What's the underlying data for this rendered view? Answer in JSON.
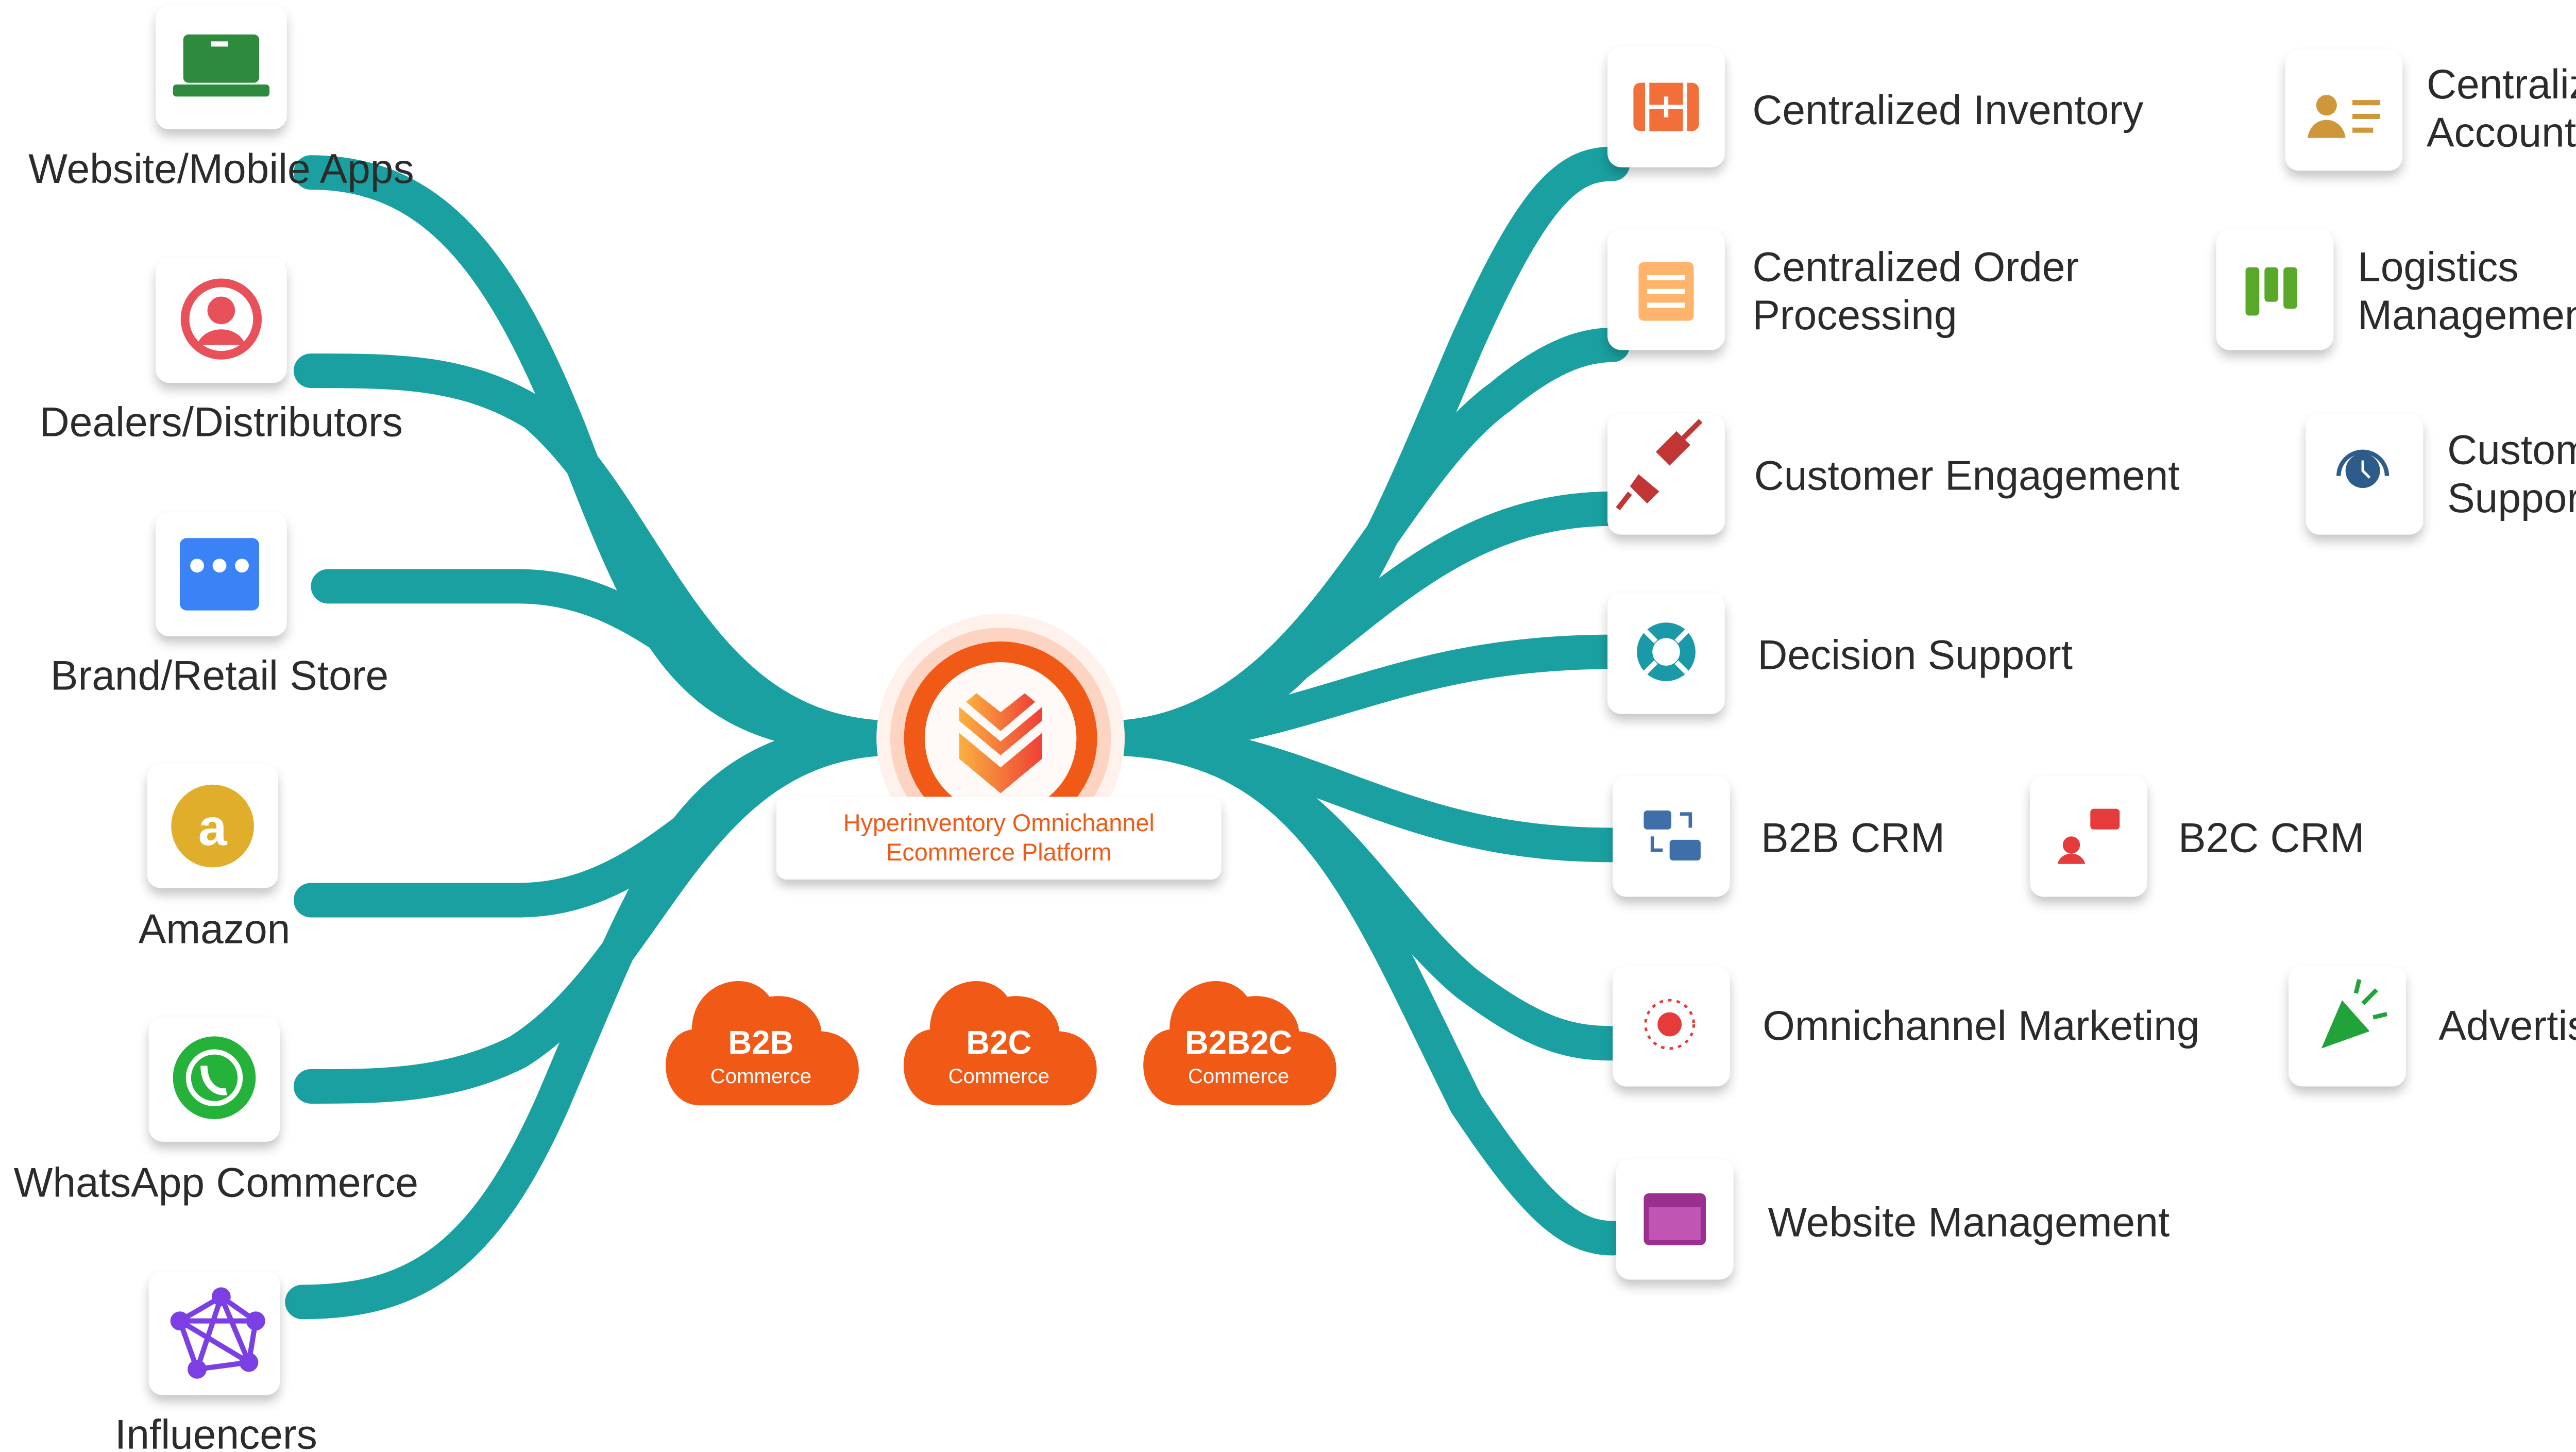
{
  "colors": {
    "branch": "#1aa0a0",
    "accent": "#f05a16",
    "text": "#2b2b2b"
  },
  "center": {
    "title_line1": "Hyperinventory Omnichannel",
    "title_line2": "Ecommerce Platform",
    "icon": "layered-chevron-logo"
  },
  "clouds": [
    {
      "title": "B2B",
      "subtitle": "Commerce"
    },
    {
      "title": "B2C",
      "subtitle": "Commerce"
    },
    {
      "title": "B2B2C",
      "subtitle": "Commerce"
    }
  ],
  "channels": [
    {
      "label": "Website/Mobile Apps",
      "icon": "laptop-icon"
    },
    {
      "label": "Dealers/Distributors",
      "icon": "user-circle-icon"
    },
    {
      "label": "Brand/Retail Store",
      "icon": "store-icon"
    },
    {
      "label": "Amazon",
      "icon": "amazon-icon"
    },
    {
      "label": "WhatsApp Commerce",
      "icon": "whatsapp-icon"
    },
    {
      "label": "Influencers",
      "icon": "network-icon"
    }
  ],
  "features": [
    {
      "label": "Centralized Inventory",
      "icon": "inventory-icon"
    },
    {
      "label1": "Centralized",
      "label2": "Accounting",
      "icon": "accounting-icon"
    },
    {
      "label1": "Centralized Order",
      "label2": "Processing",
      "icon": "order-list-icon"
    },
    {
      "label1": "Logistics",
      "label2": "Management",
      "icon": "logistics-icon"
    },
    {
      "label": "Customer Engagement",
      "icon": "plug-icon"
    },
    {
      "label1": "Customer",
      "label2": "Support",
      "icon": "headset-clock-icon"
    },
    {
      "label": "Decision Support",
      "icon": "lifebuoy-icon"
    },
    {
      "label": "B2B CRM",
      "icon": "b2b-crm-icon"
    },
    {
      "label": "B2C CRM",
      "icon": "b2c-crm-icon"
    },
    {
      "label": "Omnichannel Marketing",
      "icon": "marketing-icon"
    },
    {
      "label": "Advertising",
      "icon": "megaphone-icon"
    },
    {
      "label": "Website Management",
      "icon": "browser-window-icon"
    }
  ]
}
